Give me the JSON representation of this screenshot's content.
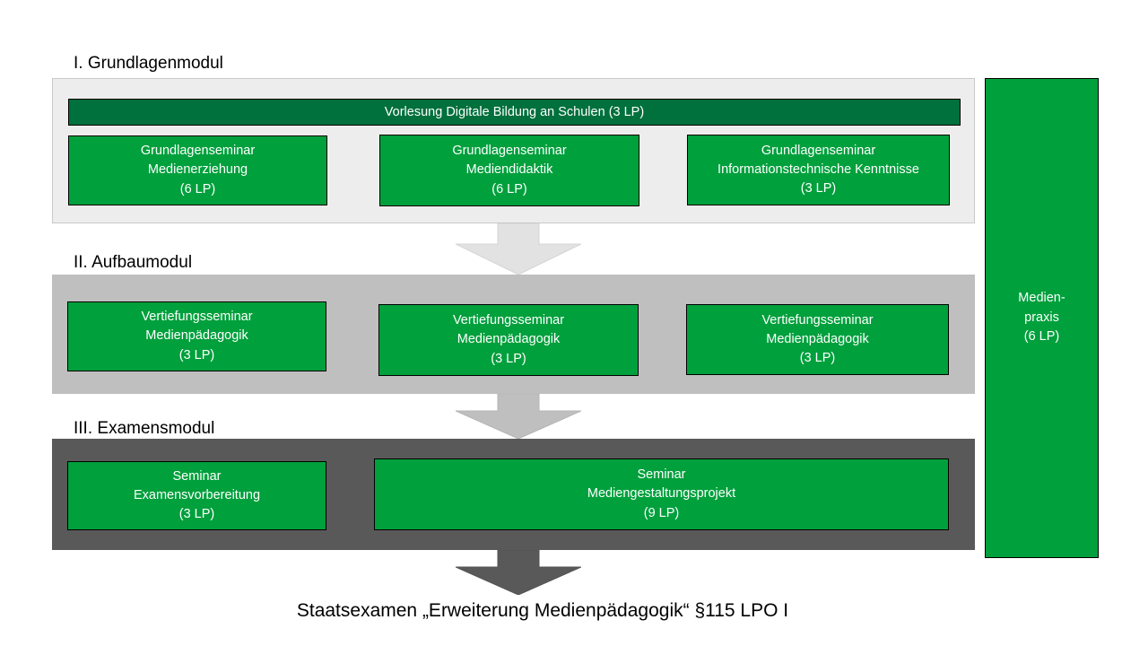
{
  "diagram": {
    "title_caption": "Staatsexamen „Erweiterung Medienpädagogik“ §115 LPO I",
    "colors": {
      "box_green": "#00A03C",
      "banner_green": "#00703C",
      "module1_bg": "#EDEDED",
      "module2_bg": "#BFBFBF",
      "module3_bg": "#595959",
      "arrow1": "#E2E2E2",
      "arrow2": "#BFBFBF",
      "arrow3": "#595959",
      "text_light": "#FFFFFF",
      "text_dark": "#000000"
    },
    "modules": [
      {
        "heading": "I. Grundlagenmodul",
        "banner": "Vorlesung Digitale Bildung an Schulen (3 LP)",
        "boxes": [
          {
            "line1": "Grundlagenseminar",
            "line2": "Medienerziehung",
            "line3": "(6 LP)"
          },
          {
            "line1": "Grundlagenseminar",
            "line2": "Mediendidaktik",
            "line3": "(6 LP)"
          },
          {
            "line1": "Grundlagenseminar",
            "line2": "Informationstechnische Kenntnisse",
            "line3": "(3 LP)"
          }
        ]
      },
      {
        "heading": "II. Aufbaumodul",
        "boxes": [
          {
            "line1": "Vertiefungsseminar",
            "line2": "Medienpädagogik",
            "line3": "(3 LP)"
          },
          {
            "line1": "Vertiefungsseminar",
            "line2": "Medienpädagogik",
            "line3": "(3 LP)"
          },
          {
            "line1": "Vertiefungsseminar",
            "line2": "Medienpädagogik",
            "line3": "(3 LP)"
          }
        ]
      },
      {
        "heading": "III. Examensmodul",
        "boxes": [
          {
            "line1": "Seminar",
            "line2": "Examensvorbereitung",
            "line3": "(3 LP)"
          },
          {
            "line1": "Seminar",
            "line2": "Mediengestaltungsprojekt",
            "line3": "(9 LP)"
          }
        ]
      }
    ],
    "side_column": {
      "line1": "Medien-",
      "line2": "praxis",
      "line3": "(6 LP)"
    },
    "arrows": [
      {
        "name": "arrow-module1-to-module2"
      },
      {
        "name": "arrow-module2-to-module3"
      },
      {
        "name": "arrow-module3-to-exam"
      }
    ]
  }
}
